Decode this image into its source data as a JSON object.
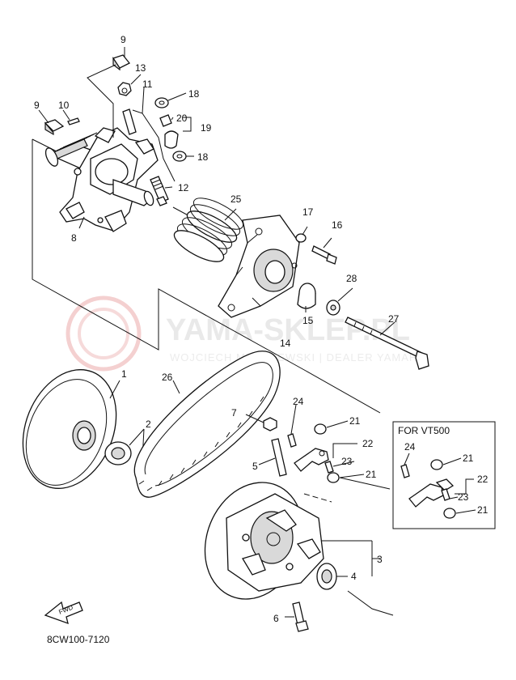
{
  "diagram": {
    "drawing_code": "8CW100-7120",
    "fwd_arrow_label": "FWD",
    "inset": {
      "title": "FOR VT500"
    },
    "watermark": {
      "brand": "YAMA-SKLEP.PL",
      "tagline": "WOJCIECH MARCZEWSKI | DEALER YAMAHA"
    },
    "callouts": {
      "c1": "1",
      "c2": "2",
      "c3": "3",
      "c4": "4",
      "c5": "5",
      "c6": "6",
      "c7": "7",
      "c8": "8",
      "c9a": "9",
      "c9b": "9",
      "c10": "10",
      "c11": "11",
      "c12": "12",
      "c13": "13",
      "c14": "14",
      "c15": "15",
      "c16": "16",
      "c17": "17",
      "c18a": "18",
      "c18b": "18",
      "c19": "19",
      "c20": "20",
      "c21a": "21",
      "c21b": "21",
      "c22": "22",
      "c23": "23",
      "c24": "24",
      "c25": "25",
      "c26": "26",
      "c27": "27",
      "c28": "28",
      "i21a": "21",
      "i21b": "21",
      "i22": "22",
      "i23": "23",
      "i24": "24"
    }
  }
}
